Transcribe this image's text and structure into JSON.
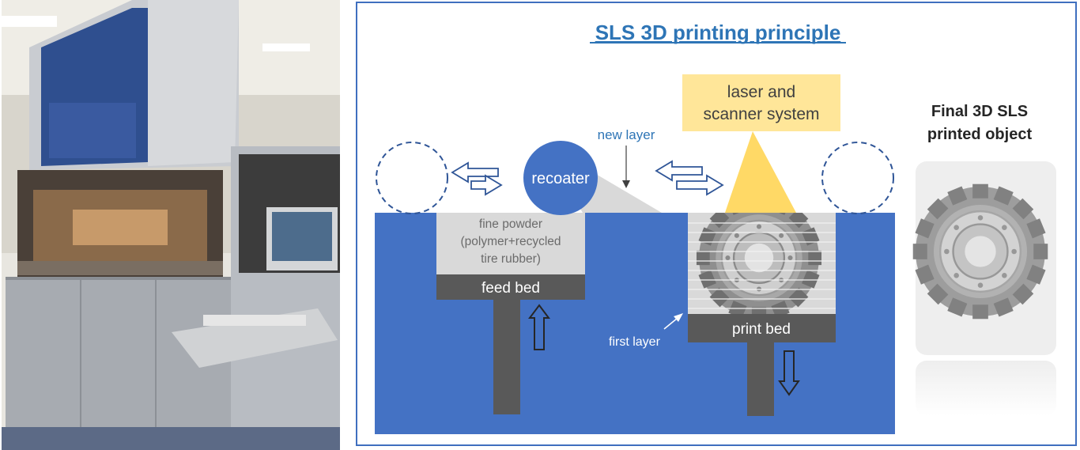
{
  "title": "SLS 3D printing principle",
  "labels": {
    "new_layer": "new layer",
    "first_layer": "first layer",
    "recoater": "recoater",
    "feed_bed": "feed bed",
    "print_bed": "print bed",
    "fine_powder": [
      "fine powder",
      "(polymer+recycled",
      "tire rubber)"
    ],
    "laser_system": [
      "laser and",
      "scanner system"
    ],
    "final_object": [
      "Final 3D SLS",
      "printed object"
    ]
  },
  "colors": {
    "frame": "#3f6fbf",
    "machine_blue": "#4472c4",
    "bed_dark": "#595959",
    "powder": "#d9d9d9",
    "laser_yellow": "#ffe699",
    "title_blue": "#2e75b6"
  },
  "icons": {
    "photo": "sintering-machine-photo",
    "tire": "tire-icon",
    "motion": "double-arrow-icon",
    "piston": "piston-arrow-icon"
  }
}
